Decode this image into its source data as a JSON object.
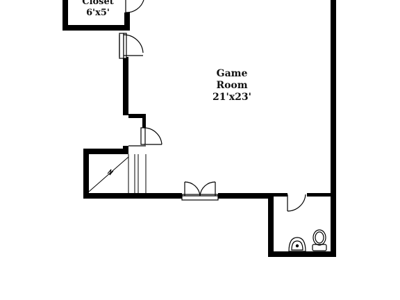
{
  "rooms": {
    "closet": {
      "name": "Closet",
      "dimensions": "6'x5'"
    },
    "game_room": {
      "name_line1": "Game",
      "name_line2": "Room",
      "dimensions": "21'x23'"
    }
  },
  "colors": {
    "wall": "#000000",
    "background": "#ffffff",
    "fixture_stroke": "#000000"
  }
}
